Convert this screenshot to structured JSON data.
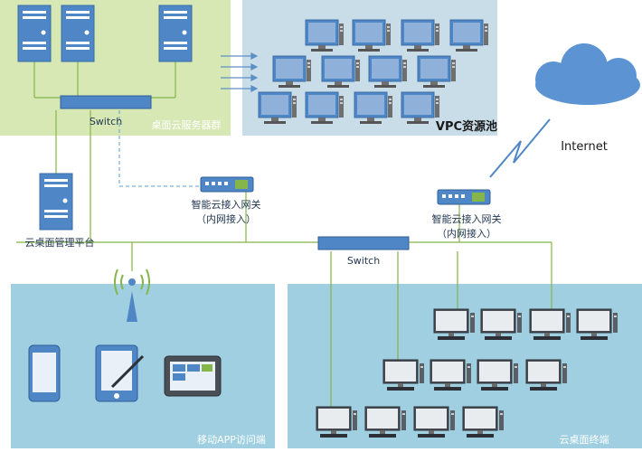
{
  "zones": {
    "server_cluster": "桌面云服务器群",
    "vpc_pool": "VPC资源池",
    "mobile": "移动APP访问端",
    "terminals": "云桌面终端"
  },
  "switches": {
    "top": "Switch",
    "middle": "Switch"
  },
  "gateways": {
    "left_title": "智能云接入网关",
    "left_sub": "（内网接入）",
    "right_title": "智能云接入网关",
    "right_sub": "（内网接入）"
  },
  "management_platform": "云桌面管理平台",
  "internet": "Internet",
  "colors": {
    "server_zone": "#d7e8b4",
    "vpc_zone": "#c9dde9",
    "bottom_zone": "#9fcfe0",
    "device_blue": "#4f86c6",
    "line_green": "#86b54a",
    "cloud": "#5b93d3"
  }
}
